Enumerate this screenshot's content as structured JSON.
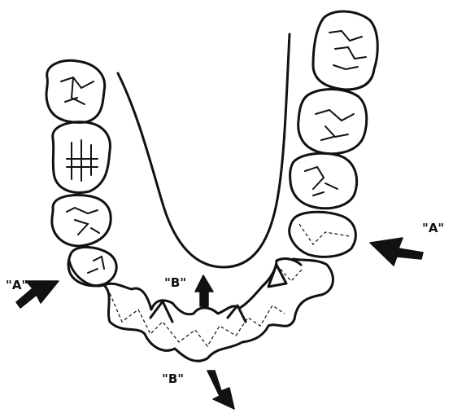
{
  "labels": {
    "a_right": "\"A\"",
    "a_left": "\"A\"",
    "b_upper": "\"B\"",
    "b_lower": "\"B\""
  },
  "colors": {
    "ink": "#111111",
    "background": "#ffffff"
  }
}
